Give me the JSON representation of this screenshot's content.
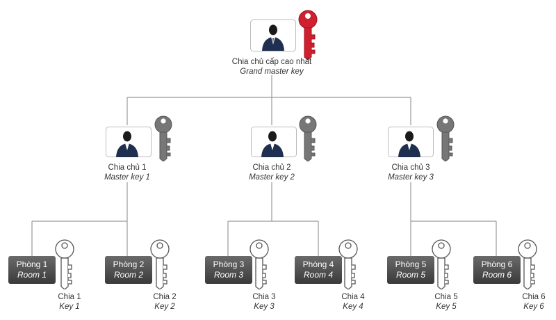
{
  "grand": {
    "label": "Chia chủ cấp cao nhất",
    "sub": "Grand master key",
    "key_color": "#d01f2e"
  },
  "masters": [
    {
      "label": "Chia chủ 1",
      "sub": "Master key 1"
    },
    {
      "label": "Chia chủ 2",
      "sub": "Master key 2"
    },
    {
      "label": "Chia chủ 3",
      "sub": "Master key 3"
    }
  ],
  "rooms": [
    {
      "label": "Phòng 1",
      "sub": "Room 1",
      "key_label": "Chia 1",
      "key_sub": "Key 1"
    },
    {
      "label": "Phòng 2",
      "sub": "Room 2",
      "key_label": "Chia 2",
      "key_sub": "Key 2"
    },
    {
      "label": "Phòng 3",
      "sub": "Room 3",
      "key_label": "Chia 3",
      "key_sub": "Key 3"
    },
    {
      "label": "Phòng 4",
      "sub": "Room 4",
      "key_label": "Chia 4",
      "key_sub": "Key 4"
    },
    {
      "label": "Phòng 5",
      "sub": "Room 5",
      "key_label": "Chia 5",
      "key_sub": "Key 5"
    },
    {
      "label": "Phòng 6",
      "sub": "Room 6",
      "key_label": "Chia 6",
      "key_sub": "Key 6"
    }
  ],
  "colors": {
    "line": "#999999",
    "master_key": "#777777",
    "room_key_fill": "#ffffff",
    "room_key_stroke": "#555555",
    "suit": "#1f2f4f"
  },
  "icons": {
    "person": "person-icon",
    "key": "key-icon"
  }
}
